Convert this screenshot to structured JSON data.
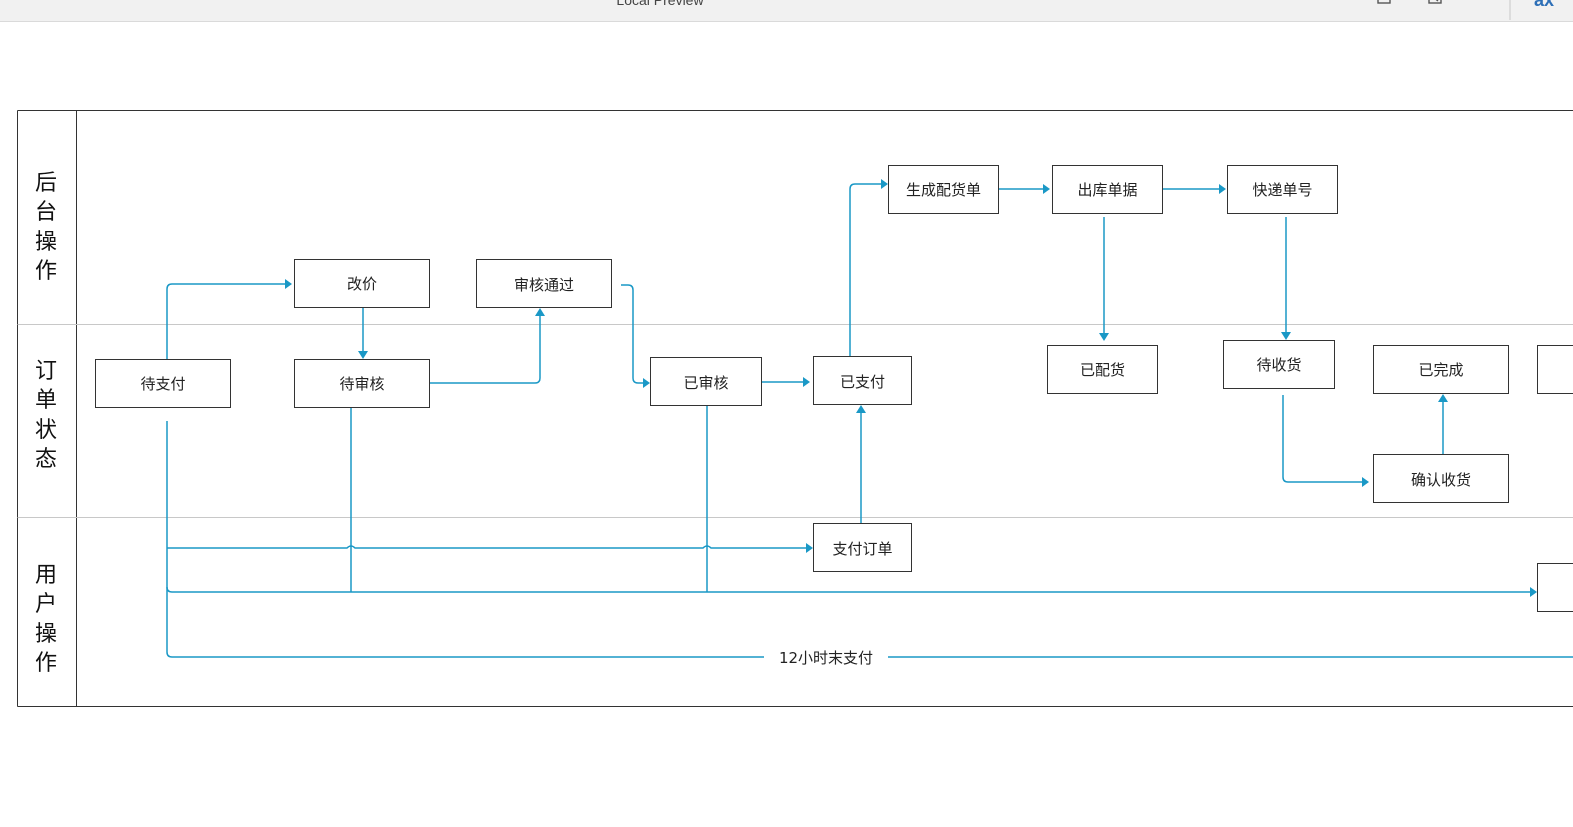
{
  "window": {
    "title": "Local Preview",
    "logo": "ax"
  },
  "toolbar": {
    "icons": [
      "document-icon",
      "export-icon",
      "more-icon"
    ]
  },
  "lanes": [
    {
      "id": "backend",
      "label_chars": [
        "后",
        "台",
        "操",
        "作"
      ]
    },
    {
      "id": "order",
      "label_chars": [
        "订",
        "单",
        "状",
        "态"
      ]
    },
    {
      "id": "user",
      "label_chars": [
        "用",
        "户",
        "操",
        "作"
      ]
    }
  ],
  "nodes": {
    "generate_picking": "生成配货单",
    "outbound_doc": "出库单据",
    "tracking_number": "快递单号",
    "change_price": "改价",
    "review_passed": "审核通过",
    "pending_payment": "待支付",
    "pending_review": "待审核",
    "reviewed": "已审核",
    "paid": "已支付",
    "picked": "已配货",
    "pending_receipt": "待收货",
    "completed": "已完成",
    "confirm_receipt": "确认收货",
    "pay_order": "支付订单"
  },
  "edges": {
    "timeout_label": "12小时末支付"
  },
  "colors": {
    "flow": "#1a98c6",
    "border": "#333333",
    "lane_divider": "#c8c8c8"
  }
}
